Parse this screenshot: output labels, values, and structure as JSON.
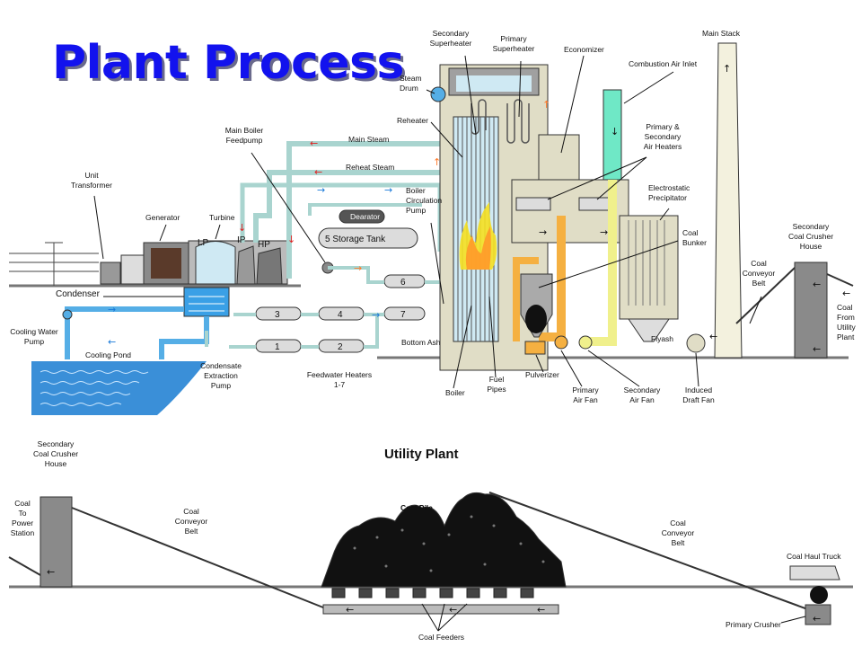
{
  "title": "Plant Process",
  "subtitle": "Utility Plant",
  "labels": {
    "secondary_superheater": [
      "Secondary",
      "Superheater"
    ],
    "primary_superheater": [
      "Primary",
      "Superheater"
    ],
    "economizer": "Economizer",
    "main_stack": "Main Stack",
    "combustion_air_inlet": "Combustion Air Inlet",
    "steam_drum": [
      "Steam",
      "Drum"
    ],
    "reheater": "Reheater",
    "main_boiler_feedpump": [
      "Main Boiler",
      "Feedpump"
    ],
    "main_steam": "Main Steam",
    "reheat_steam": "Reheat Steam",
    "air_heaters": [
      "Primary &",
      "Secondary",
      "Air Heaters"
    ],
    "unit_transformer": [
      "Unit",
      "Transformer"
    ],
    "boiler_circulation_pump": [
      "Boiler",
      "Circulation",
      "Pump"
    ],
    "electrostatic_precipitator": [
      "Electrostatic",
      "Precipitator"
    ],
    "generator": "Generator",
    "turbine": "Turbine",
    "lp": "LP",
    "ip": "IP",
    "hp": "HP",
    "dearator": "Dearator",
    "storage_tank": "5  Storage Tank",
    "coal_bunker": [
      "Coal",
      "Bunker"
    ],
    "secondary_coal_crusher_house_top": [
      "Secondary",
      "Coal Crusher",
      "House"
    ],
    "condenser": "Condenser",
    "coal_conveyor_belt_top": [
      "Coal",
      "Conveyor",
      "Belt"
    ],
    "coal_from_utility_plant": [
      "Coal",
      "From",
      "Utility",
      "Plant"
    ],
    "cooling_water_pump": [
      "Cooling Water",
      "Pump"
    ],
    "flyash": "Flyash",
    "cooling_pond": "Cooling Pond",
    "bottom_ash": "Bottom Ash",
    "condensate_extraction_pump": [
      "Condensate",
      "Extraction",
      "Pump"
    ],
    "feedwater_heaters": [
      "Feedwater Heaters",
      "1-7"
    ],
    "boiler": "Boiler",
    "fuel_pipes": [
      "Fuel",
      "Pipes"
    ],
    "pulverizer": "Pulverizer",
    "primary_air_fan": [
      "Primary",
      "Air Fan"
    ],
    "secondary_air_fan": [
      "Secondary",
      "Air Fan"
    ],
    "induced_draft_fan": [
      "Induced",
      "Draft Fan"
    ],
    "heater_numbers": [
      "1",
      "2",
      "3",
      "4",
      "6",
      "7"
    ],
    "secondary_coal_crusher_house_bottom": [
      "Secondary",
      "Coal Crusher",
      "House"
    ],
    "coal_to_power_station": [
      "Coal",
      "To",
      "Power",
      "Station"
    ],
    "coal_conveyor_belt_left": [
      "Coal",
      "Conveyor",
      "Belt"
    ],
    "coal_pile": "Coal Pile",
    "coal_conveyor_belt_right": [
      "Coal",
      "Conveyor",
      "Belt"
    ],
    "coal_haul_truck": "Coal Haul Truck",
    "primary_crusher": "Primary Crusher",
    "coal_feeders": "Coal Feeders"
  },
  "colors": {
    "title": "#1212ee",
    "water_pipe": "#55aee6",
    "steam_pipe": "#a9d4cf",
    "boiler_wall": "#e0ddc6",
    "air_duct": "#f0f08c",
    "coal_duct": "#f5b041",
    "structure_gray": "#808080",
    "pond": "#3a8fd8",
    "flow_red": "#e02020",
    "flow_orange": "#ff7a2a"
  }
}
